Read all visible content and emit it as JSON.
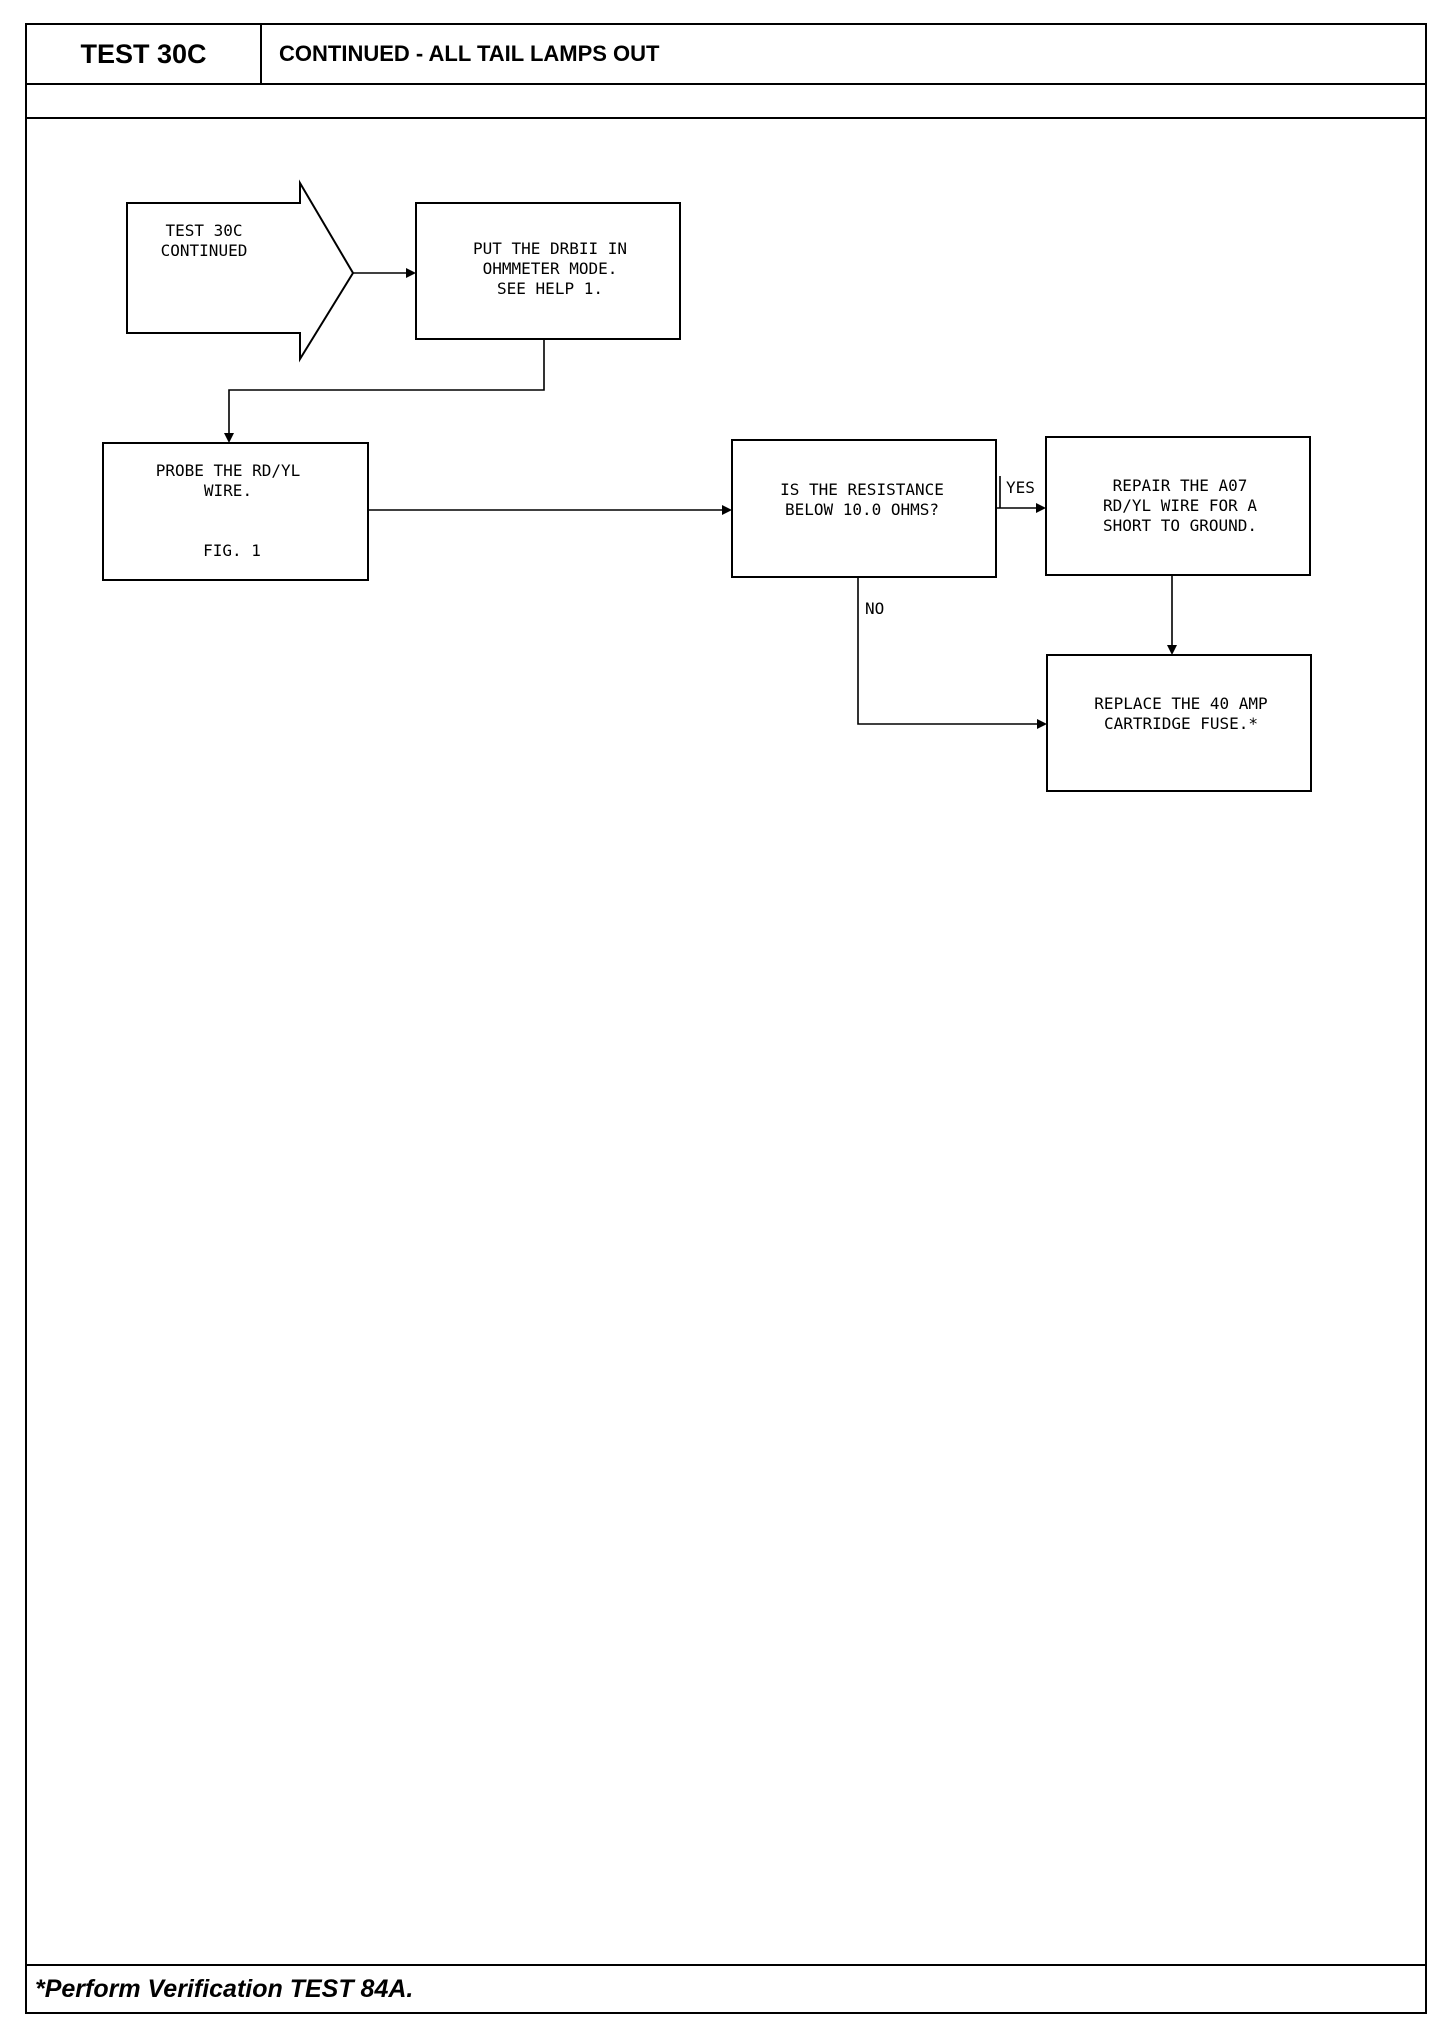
{
  "header": {
    "test_id": "TEST 30C",
    "title": "CONTINUED - ALL TAIL LAMPS OUT"
  },
  "diagram": {
    "start": {
      "lines": [
        "TEST 30C",
        "CONTINUED"
      ]
    },
    "nodes": {
      "ohmmeter": {
        "lines": [
          "PUT THE DRBII IN",
          "OHMMETER MODE.",
          "SEE HELP 1."
        ]
      },
      "probe": {
        "lines": [
          "PROBE THE RD/YL",
          "WIRE."
        ],
        "figure": "FIG. 1"
      },
      "decision": {
        "lines": [
          "IS THE RESISTANCE",
          "BELOW 10.0 OHMS?"
        ]
      },
      "repair": {
        "lines": [
          "REPAIR THE A07",
          "RD/YL WIRE FOR A",
          "SHORT TO GROUND."
        ]
      },
      "replace": {
        "lines": [
          "REPLACE THE 40 AMP",
          "CARTRIDGE FUSE.*"
        ]
      }
    },
    "edge_labels": {
      "yes": "YES",
      "no": "NO"
    }
  },
  "footer": {
    "note": "*Perform Verification TEST 84A."
  }
}
